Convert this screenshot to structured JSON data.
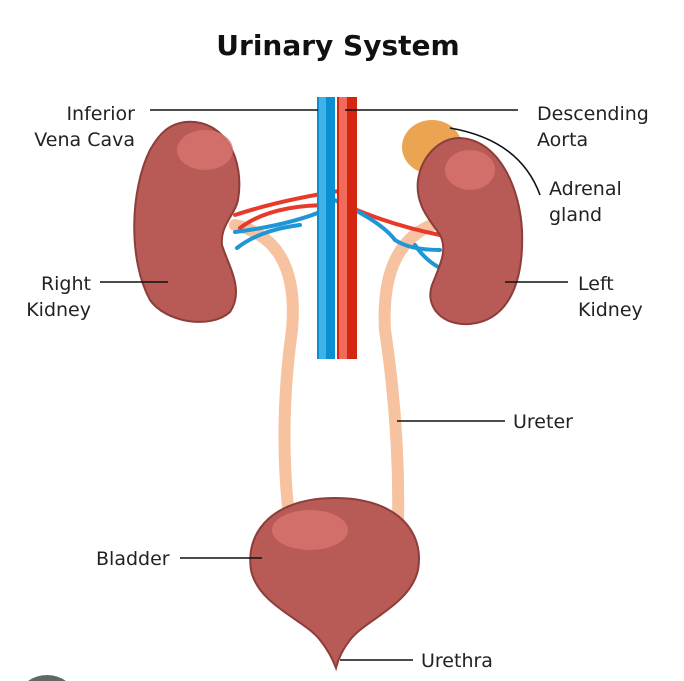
{
  "title": "Urinary System",
  "labels": {
    "ivc": [
      "Inferior",
      "Vena Cava"
    ],
    "aorta": [
      "Descending",
      "Aorta"
    ],
    "adrenal": [
      "Adrenal",
      "gland"
    ],
    "right_kidney": [
      "Right",
      "Kidney"
    ],
    "left_kidney": [
      "Left",
      "Kidney"
    ],
    "ureter": "Ureter",
    "bladder": "Bladder",
    "urethra": "Urethra"
  },
  "colors": {
    "kidney": "#b85a55",
    "kidney_light": "#d97470",
    "vein": "#1f96d6",
    "artery": "#e83a2a",
    "ureter": "#f6c29f",
    "adrenal": "#eba451"
  }
}
